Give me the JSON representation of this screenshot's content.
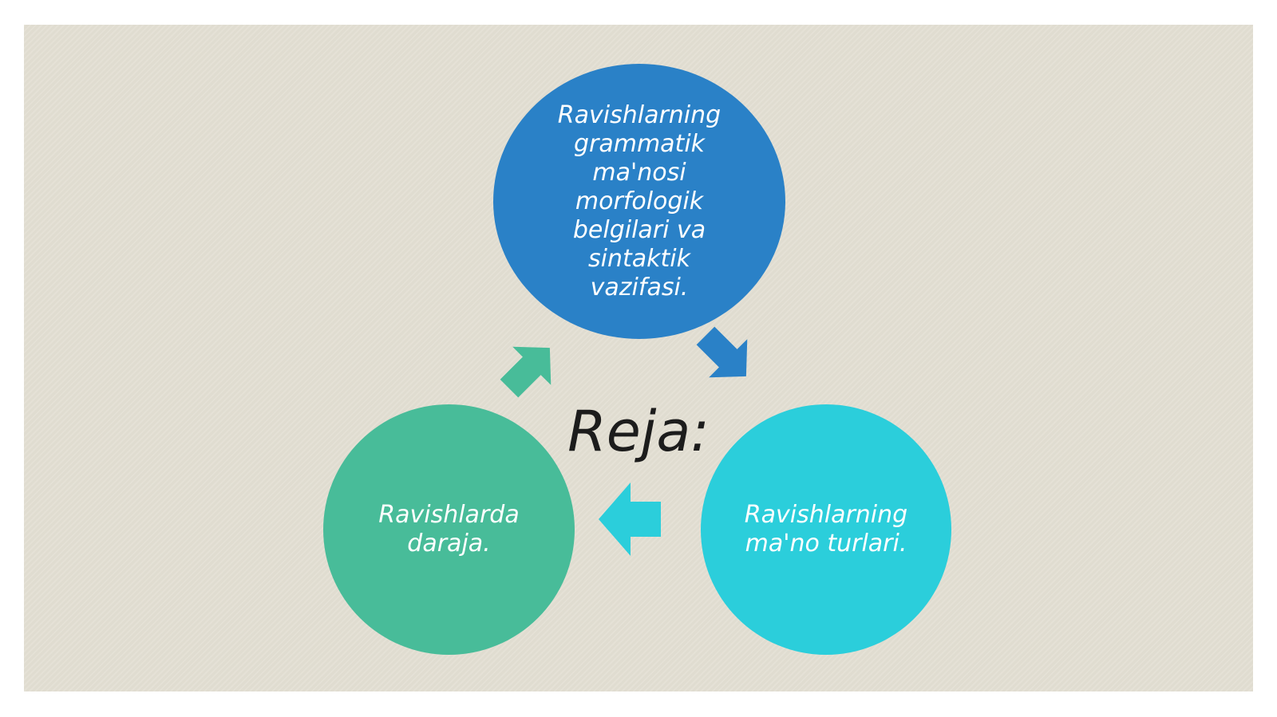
{
  "diagram": {
    "center_title": "Reja:",
    "nodes": [
      {
        "id": "top",
        "text": "Ravishlarning\ngrammatik\nma'nosi\nmorfologik\nbelgilari va\nsintaktik\nvazifasi.",
        "color": "#2a81c7"
      },
      {
        "id": "right",
        "text": "Ravishlarning\nma'no turlari.",
        "color": "#2bcedb"
      },
      {
        "id": "left",
        "text": "Ravishlarda\ndaraja.",
        "color": "#48bc99"
      }
    ],
    "arrows": [
      {
        "from": "top",
        "to": "right",
        "color": "#2a81c7"
      },
      {
        "from": "right",
        "to": "left",
        "color": "#2bcedb"
      },
      {
        "from": "left",
        "to": "top",
        "color": "#48bc99"
      }
    ]
  }
}
